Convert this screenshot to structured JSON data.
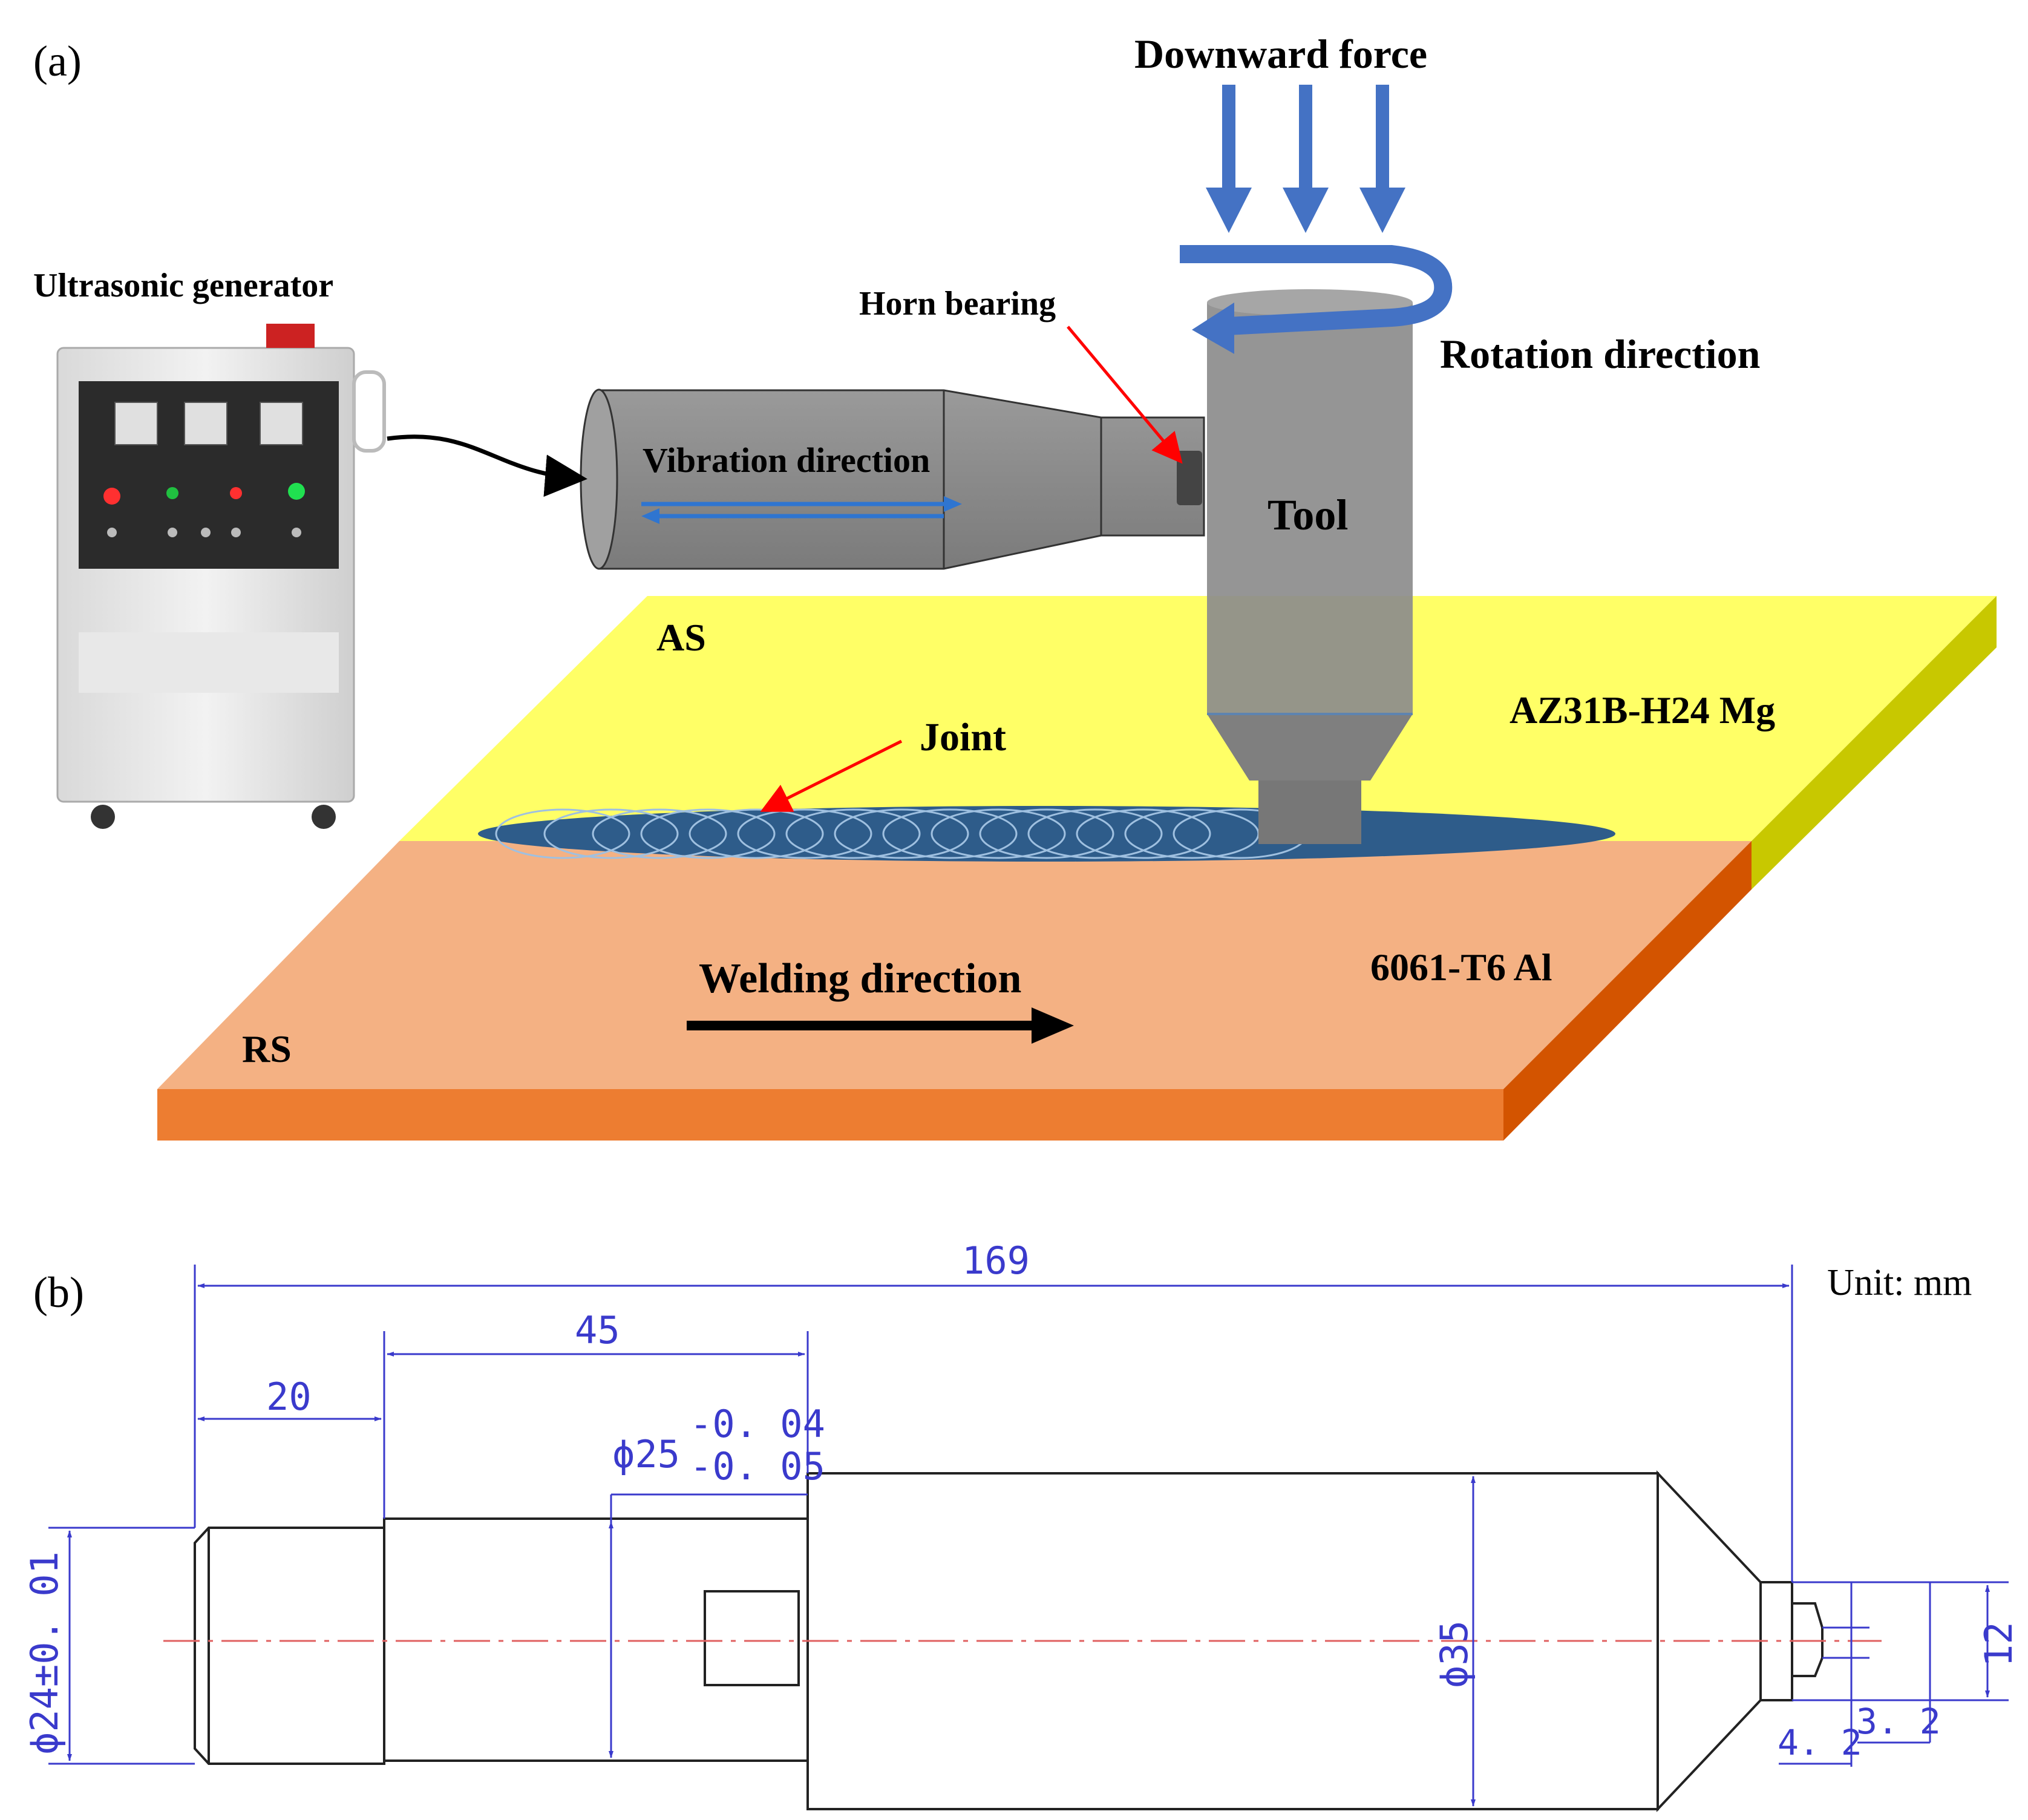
{
  "panel_a": {
    "label": "(a)",
    "generator_label": "Ultrasonic generator",
    "horn_bearing_label": "Horn bearing",
    "vibration_label": "Vibration direction",
    "downward_force_label": "Downward force",
    "rotation_label": "Rotation direction",
    "tool_label": "Tool",
    "as_label": "AS",
    "rs_label": "RS",
    "joint_label": "Joint",
    "mg_label": "AZ31B-H24 Mg",
    "al_label": "6061-T6 Al",
    "welding_label": "Welding direction",
    "colors": {
      "mg_plate": "#ffff66",
      "al_plate": "#f4b183",
      "al_edge": "#ed7d31",
      "arrow_blue": "#4472c4",
      "pointer_red": "#ff0000"
    }
  },
  "panel_b": {
    "label": "(b)",
    "unit_label": "Unit: mm",
    "dims": {
      "total": "169",
      "d45": "45",
      "d20": "20",
      "phi25": "ϕ25",
      "tol_upper": "-0. 04",
      "tol_lower": "-0. 05",
      "phi24": "ϕ24±0. 01",
      "phi35": "ϕ35",
      "d12": "12",
      "d42": "4. 2",
      "d32": "3. 2"
    },
    "colors": {
      "dimension": "#3a3acc",
      "centerline": "#e06060",
      "outline": "#222222"
    }
  }
}
